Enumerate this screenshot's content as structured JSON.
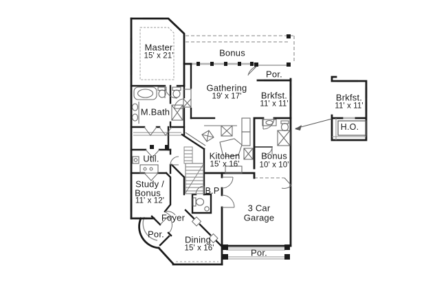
{
  "page": {
    "background": "#ffffff"
  },
  "colors": {
    "wall": "#1b1b1b",
    "window": "#b5b5b5",
    "dashed_line": "#9b9b9b",
    "fixture": "#6a6a6a",
    "text": "#1a1a1a"
  },
  "labels": {
    "master": {
      "name": "Master",
      "dims": "15' x 21'"
    },
    "bonus_upper": {
      "name": "Bonus"
    },
    "porch_upper": {
      "name": "Por."
    },
    "gathering": {
      "name": "Gathering",
      "dims": "19' x 17'"
    },
    "breakfast_main": {
      "name": "Brkfst.",
      "dims": "11' x 11'"
    },
    "breakfast_option": {
      "name": "Brkfst.",
      "dims": "11' x 11'"
    },
    "home_office": {
      "name": "H.O."
    },
    "master_bath": {
      "name": "M.Bath"
    },
    "utility": {
      "name": "Util."
    },
    "kitchen": {
      "name": "Kitchen",
      "dims": "15' x 16'"
    },
    "bonus_mid": {
      "name": "Bonus",
      "dims": "10' x 10'"
    },
    "butlers_pantry": {
      "name": "B.P"
    },
    "study": {
      "line1": "Study /",
      "line2": "Bonus",
      "dims": "11' x 12'"
    },
    "foyer": {
      "name": "Foyer"
    },
    "porch_entry": {
      "name": "Por."
    },
    "dining": {
      "name": "Dining",
      "dims": "15' x 16'"
    },
    "garage": {
      "line1": "3 Car",
      "line2": "Garage"
    },
    "porch_lower": {
      "name": "Por."
    }
  }
}
